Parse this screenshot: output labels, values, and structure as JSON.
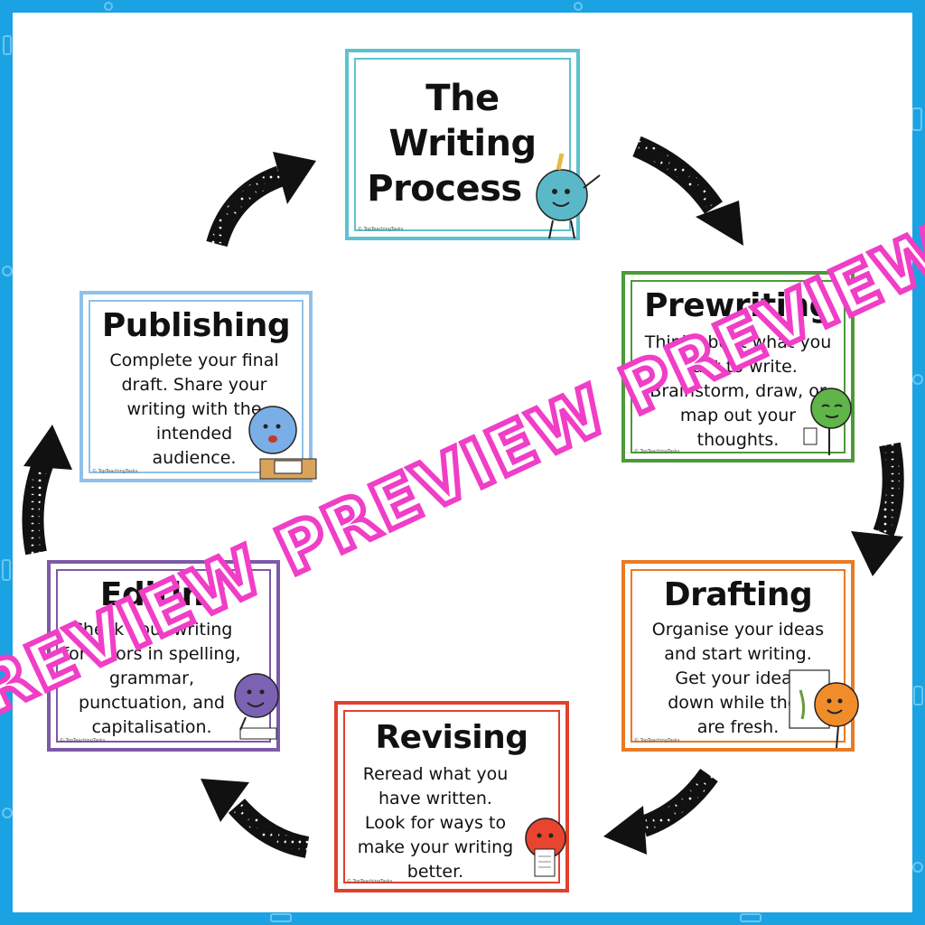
{
  "title_card": {
    "title_lines": [
      "The",
      "Writing",
      "Process"
    ],
    "credit": "© TopTeachingTasks"
  },
  "steps": [
    {
      "key": "prewriting",
      "title": "Prewriting",
      "lines": "Think about what you\nwant to write.\nBrainstorm, draw, or\nmap out your\nthoughts.",
      "credit": "© TopTeachingTasks"
    },
    {
      "key": "drafting",
      "title": "Drafting",
      "lines": "Organise your ideas\nand start writing.\nGet your ideas\ndown while they\nare fresh.",
      "credit": "© TopTeachingTasks"
    },
    {
      "key": "revising",
      "title": "Revising",
      "lines": "Reread what you\nhave written.\nLook for ways to\nmake your writing\nbetter.",
      "credit": "© TopTeachingTasks"
    },
    {
      "key": "editing",
      "title": "Editing",
      "lines": "Check your writing\nfor errors in spelling,\ngrammar,\npunctuation, and\ncapitalisation.",
      "credit": "© TopTeachingTasks"
    },
    {
      "key": "publishing",
      "title": "Publishing",
      "lines": "Complete your final\ndraft. Share your\nwriting with the\nintended\naudience.",
      "credit": "© TopTeachingTasks"
    }
  ],
  "watermark": {
    "text": "PREVIEW PREVIEW PREVIEW"
  },
  "colors": {
    "background": "#1ba2e3",
    "title": "#5cc2cf",
    "prewriting": "#4c9a3a",
    "drafting": "#ea7a24",
    "revising": "#e2412a",
    "editing": "#7c5aa6",
    "publishing": "#8fc1ea",
    "watermark": "#f03ec7",
    "arrow": "#111111"
  }
}
